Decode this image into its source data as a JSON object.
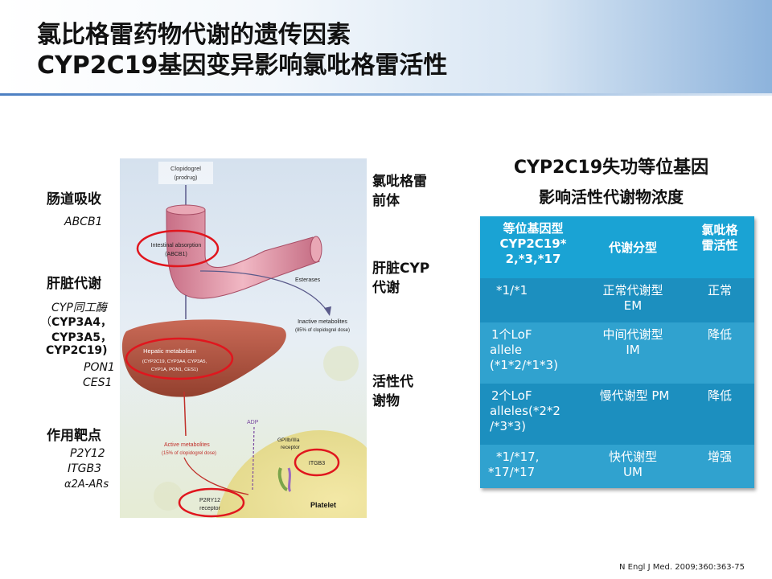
{
  "title": {
    "line1": "氯比格雷药物代谢的遗传因素",
    "line2": "CYP2C19基因变异影响氯吡格雷活性"
  },
  "left_labels": {
    "absorption": "肠道吸收",
    "absorption_gene": "ABCB1",
    "liver": "肝脏代谢",
    "liver_gene_prefix": "CYP同工酶",
    "liver_gene_open": "（",
    "liver_genes_bold1": "CYP3A4，",
    "liver_genes_bold2": "CYP3A5，",
    "liver_genes_bold3": "CYP2C19)",
    "liver_gene_pon1": "PON1",
    "liver_gene_ces1": "CES1",
    "target": "作用靶点",
    "target_gene1": "P2Y12",
    "target_gene2": "ITGB3",
    "target_gene3": "α2A-ARs"
  },
  "right_labels": {
    "precursor": [
      "氯吡格雷",
      "前体"
    ],
    "liver_cyp": [
      "肝脏CYP",
      "代谢"
    ],
    "active": [
      "活性代",
      "谢物"
    ]
  },
  "figure": {
    "clopidogrel": "Clopidogrel",
    "prodrug": "(prodrug)",
    "intestinal": "Intestinal absorption",
    "abcb1": "(ABCB1)",
    "esterases": "Esterases",
    "inactive": "Inactive metabolites",
    "inactive_pct": "(85% of clopidogrel dose)",
    "hepatic": "Hepatic metabolism",
    "hepatic_genes1": "(CYP2C19, CYP3A4, CYP3A5,",
    "hepatic_genes2": "CYP1A, PON1, CES1)",
    "active": "Active metabolites",
    "active_pct": "(15% of clopidogrel dose)",
    "adp": "ADP",
    "gp1": "GPIIb/IIIa",
    "gp2": "receptor",
    "itgb3": "ITGB3",
    "p2ry12": "P2RY12",
    "p2ry12_receptor": "receptor",
    "platelet": "Platelet"
  },
  "subtitle": {
    "line1": "CYP2C19失功等位基因",
    "line2": "影响活性代谢物浓度"
  },
  "table": {
    "headers": {
      "genotype": [
        "等位基因型",
        "CYP2C19*",
        "2,*3,*17"
      ],
      "metabolizer": "代谢分型",
      "activity": [
        "氯吡格",
        "雷活性"
      ]
    },
    "rows": [
      {
        "genotype": [
          "*1/*1"
        ],
        "metabolizer": [
          "正常代谢型",
          "EM"
        ],
        "activity": "正常"
      },
      {
        "genotype": [
          "1个LoF",
          "allele",
          "(*1*2/*1*3)"
        ],
        "metabolizer": [
          "中间代谢型",
          "IM"
        ],
        "activity": "降低"
      },
      {
        "genotype": [
          "2个LoF",
          "alleles(*2*2",
          "/*3*3)"
        ],
        "metabolizer": [
          "慢代谢型 PM"
        ],
        "activity": "降低"
      },
      {
        "genotype": [
          "*1/*17,",
          "*17/*17"
        ],
        "metabolizer": [
          "快代谢型",
          "UM"
        ],
        "activity": "增强"
      }
    ]
  },
  "citation": "N Engl J Med. 2009;360:363-75",
  "colors": {
    "table_header": "#1aa3d4",
    "table_body": "#1c93c3",
    "highlight_circle": "#e0161e",
    "header_gradient_end": "#8db3dc"
  }
}
